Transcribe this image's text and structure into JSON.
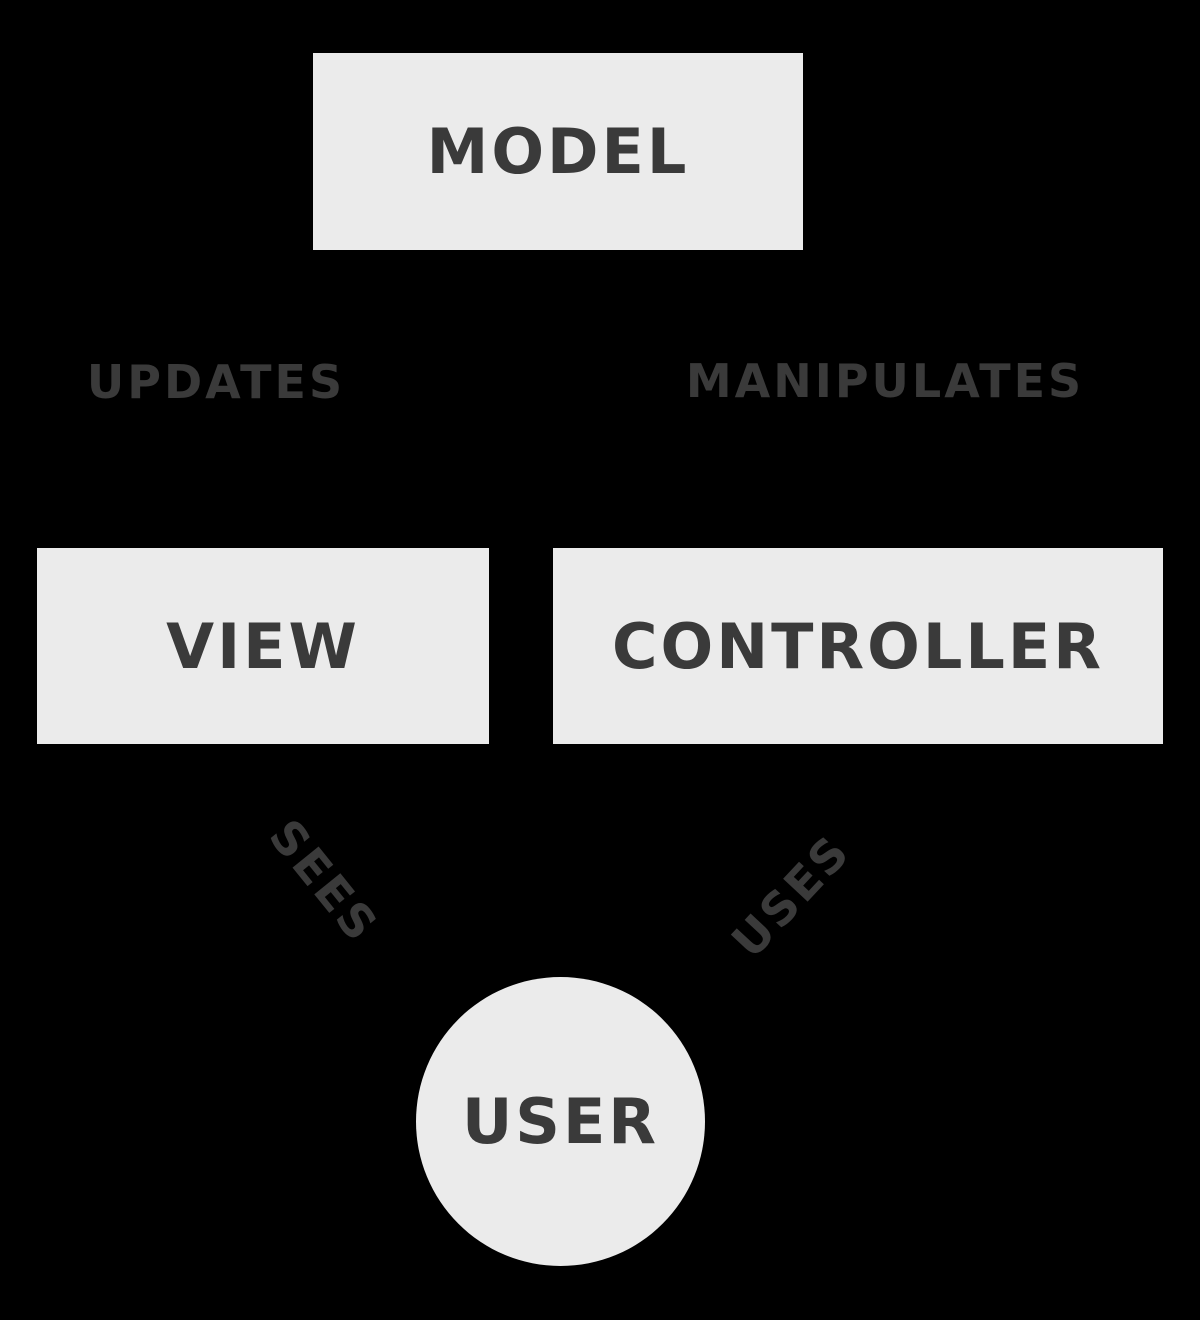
{
  "diagram": {
    "type": "architecture-diagram",
    "nodes": {
      "model": {
        "label": "MODEL",
        "shape": "rectangle"
      },
      "view": {
        "label": "VIEW",
        "shape": "rectangle"
      },
      "controller": {
        "label": "CONTROLLER",
        "shape": "rectangle"
      },
      "user": {
        "label": "USER",
        "shape": "circle"
      }
    },
    "edge_labels": {
      "updates": {
        "label": "UPDATES",
        "between": "view-model"
      },
      "manipulates": {
        "label": "MANIPULATES",
        "between": "controller-model"
      },
      "sees": {
        "label": "SEES",
        "between": "user-view",
        "rotation_deg": 51
      },
      "uses": {
        "label": "USES",
        "between": "user-controller",
        "rotation_deg": -47
      }
    },
    "colors": {
      "background": "#000000",
      "node_fill": "#ebebeb",
      "text": "#3a3a3a"
    }
  }
}
